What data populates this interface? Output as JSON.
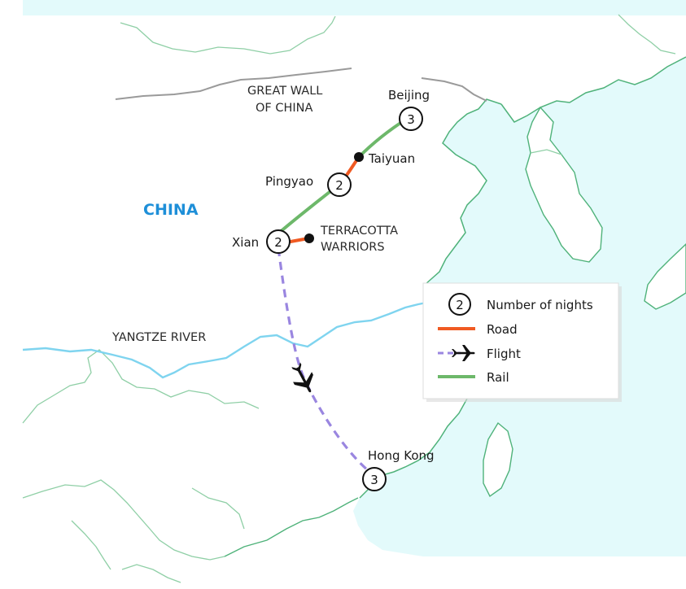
{
  "colors": {
    "sea": "#e3fafb",
    "land_border": "#7fc79a",
    "coast": "#4fb27a",
    "river": "#7fd4ef",
    "wall": "#9a9a9a",
    "road": "#f05a22",
    "flight": "#9a86e0",
    "rail": "#6db86a",
    "country_label": "#1e8fd8"
  },
  "map": {
    "country_label": "CHINA",
    "feature_labels": {
      "great_wall_line1": "GREAT WALL",
      "great_wall_line2": "OF CHINA",
      "yangtze": "YANGTZE RIVER"
    },
    "cities": [
      {
        "id": "beijing",
        "label": "Beijing",
        "nights": "3"
      },
      {
        "id": "taiyuan",
        "label": "Taiyuan",
        "nights": ""
      },
      {
        "id": "pingyao",
        "label": "Pingyao",
        "nights": "2"
      },
      {
        "id": "xian",
        "label": "Xian",
        "nights": "2"
      },
      {
        "id": "terracotta",
        "label_line1": "TERRACOTTA",
        "label_line2": "WARRIORS",
        "nights": ""
      },
      {
        "id": "hongkong",
        "label": "Hong Kong",
        "nights": "3"
      }
    ]
  },
  "legend": {
    "nights_sample": "2",
    "items": [
      {
        "id": "nights",
        "label": "Number of nights"
      },
      {
        "id": "road",
        "label": "Road"
      },
      {
        "id": "flight",
        "label": "Flight"
      },
      {
        "id": "rail",
        "label": "Rail"
      }
    ]
  },
  "icons": {
    "flight_marker": "airplane-icon"
  }
}
